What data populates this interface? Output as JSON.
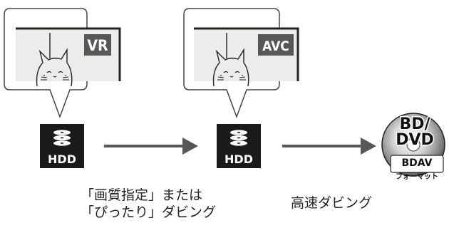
{
  "callout_left": {
    "badge": "VR"
  },
  "callout_right": {
    "badge": "AVC"
  },
  "drive_left": {
    "label": "HDD"
  },
  "drive_right": {
    "label": "HDD"
  },
  "disc": {
    "title_line1": "BD/",
    "title_line2": "DVD",
    "format": "BDAV",
    "format_sub": "フォーマット"
  },
  "caption_left": {
    "line1": "「画質指定」または",
    "line2": "「ぴったり」ダビング"
  },
  "caption_right": {
    "line1": "高速ダビング"
  },
  "colors": {
    "accent": "#575757",
    "hdd_bg": "#1a1a1a",
    "screen_bg": "#ececeb"
  }
}
